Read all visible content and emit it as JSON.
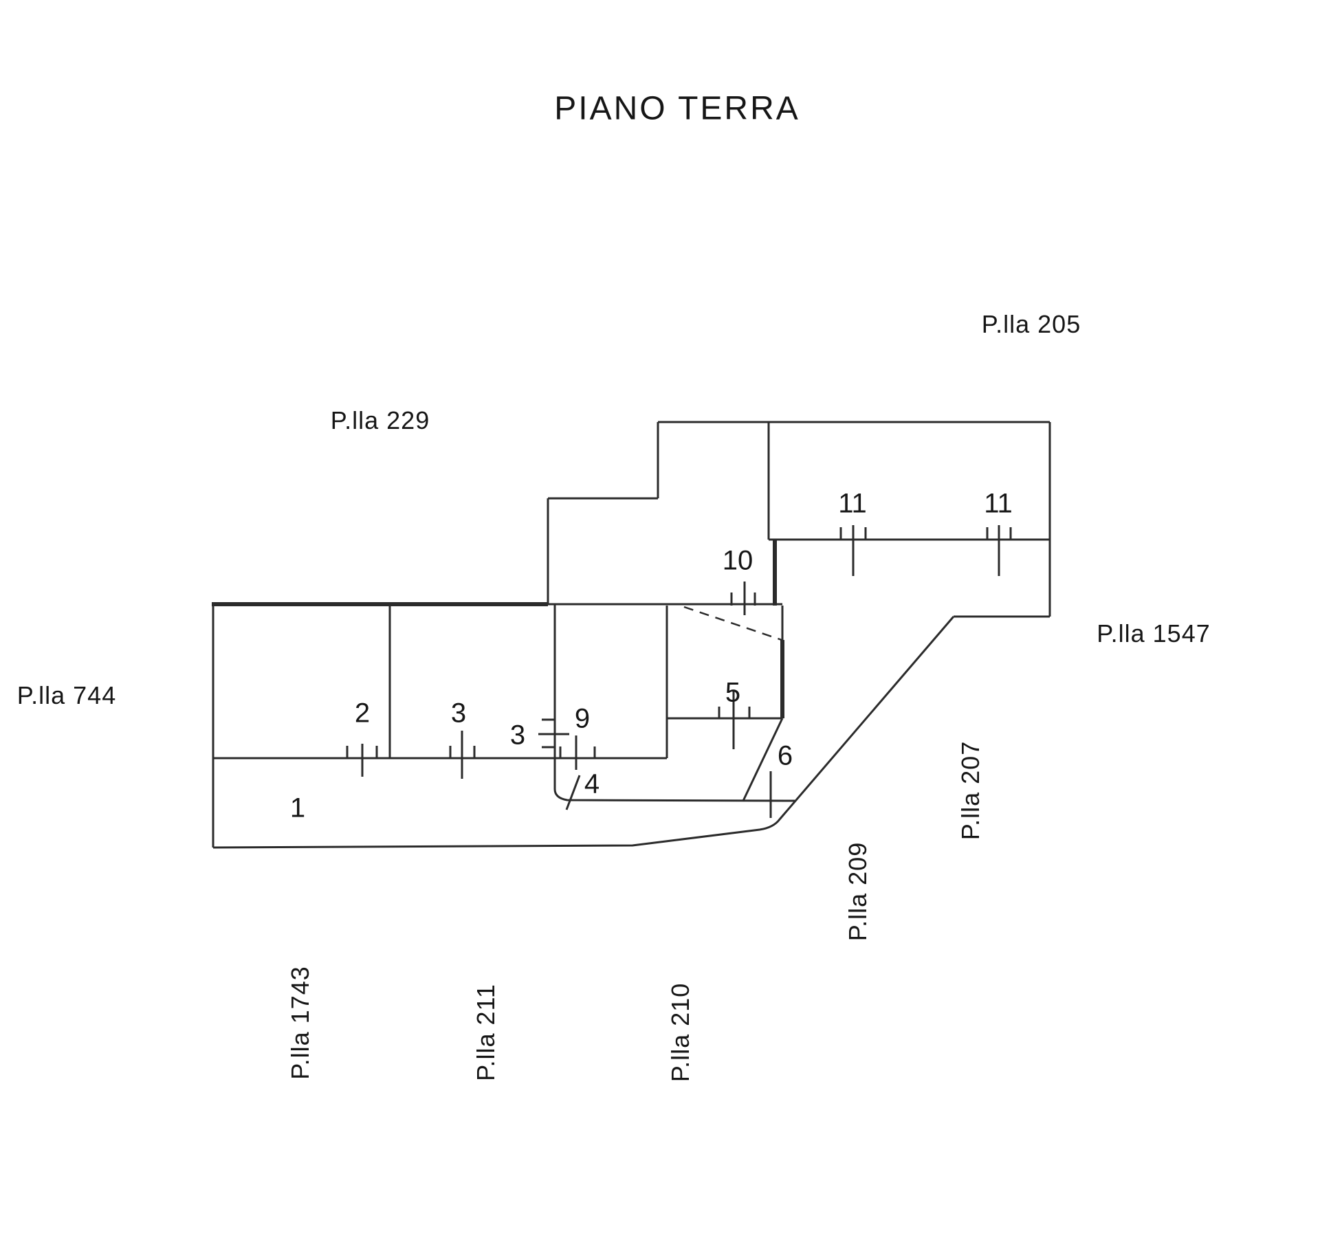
{
  "title": "PIANO TERRA",
  "plan": {
    "type": "cadastral-floor-plan",
    "background": "#ffffff",
    "line_color": "#2b2b2b",
    "text_color": "#161616",
    "parcels": [
      {
        "id": "205",
        "label": "P.lla 205"
      },
      {
        "id": "229",
        "label": "P.lla 229"
      },
      {
        "id": "744",
        "label": "P.lla 744"
      },
      {
        "id": "1547",
        "label": "P.lla 1547"
      },
      {
        "id": "207",
        "label": "P.lla 207"
      },
      {
        "id": "209",
        "label": "P.lla 209"
      },
      {
        "id": "210",
        "label": "P.lla 210"
      },
      {
        "id": "211",
        "label": "P.lla 211"
      },
      {
        "id": "1743",
        "label": "P.lla 1743"
      }
    ],
    "rooms": [
      {
        "label": "1"
      },
      {
        "label": "2"
      },
      {
        "label": "3"
      },
      {
        "label": "3"
      },
      {
        "label": "4"
      },
      {
        "label": "5"
      },
      {
        "label": "6"
      },
      {
        "label": "9"
      },
      {
        "label": "10"
      },
      {
        "label": "11"
      },
      {
        "label": "11"
      }
    ]
  }
}
